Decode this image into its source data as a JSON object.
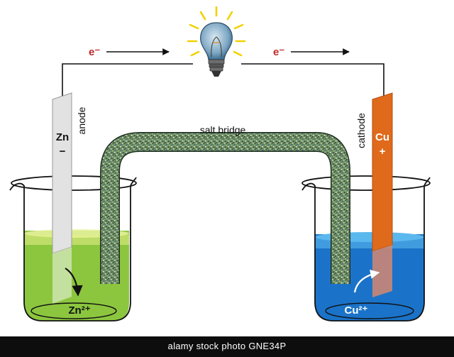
{
  "electron_flow": {
    "left_label": "e⁻",
    "right_label": "e⁻",
    "label_color": "#c0282a"
  },
  "bulb": {
    "icon": "light-bulb-icon",
    "ray_color": "#f3d100"
  },
  "salt_bridge": {
    "label": "salt bridge"
  },
  "left_cell": {
    "electrode_symbol": "Zn",
    "electrode_sign": "−",
    "electrode_role": "anode",
    "ion_label": "Zn²⁺",
    "solution_color": "#8cc63f",
    "electrode_color": "#dcdcdc"
  },
  "right_cell": {
    "electrode_symbol": "Cu",
    "electrode_sign": "+",
    "electrode_role": "cathode",
    "ion_label": "Cu²⁺",
    "solution_color": "#1a73c8",
    "electrode_color": "#e06a1b"
  },
  "watermark": "alamy stock photo  GNE34P"
}
